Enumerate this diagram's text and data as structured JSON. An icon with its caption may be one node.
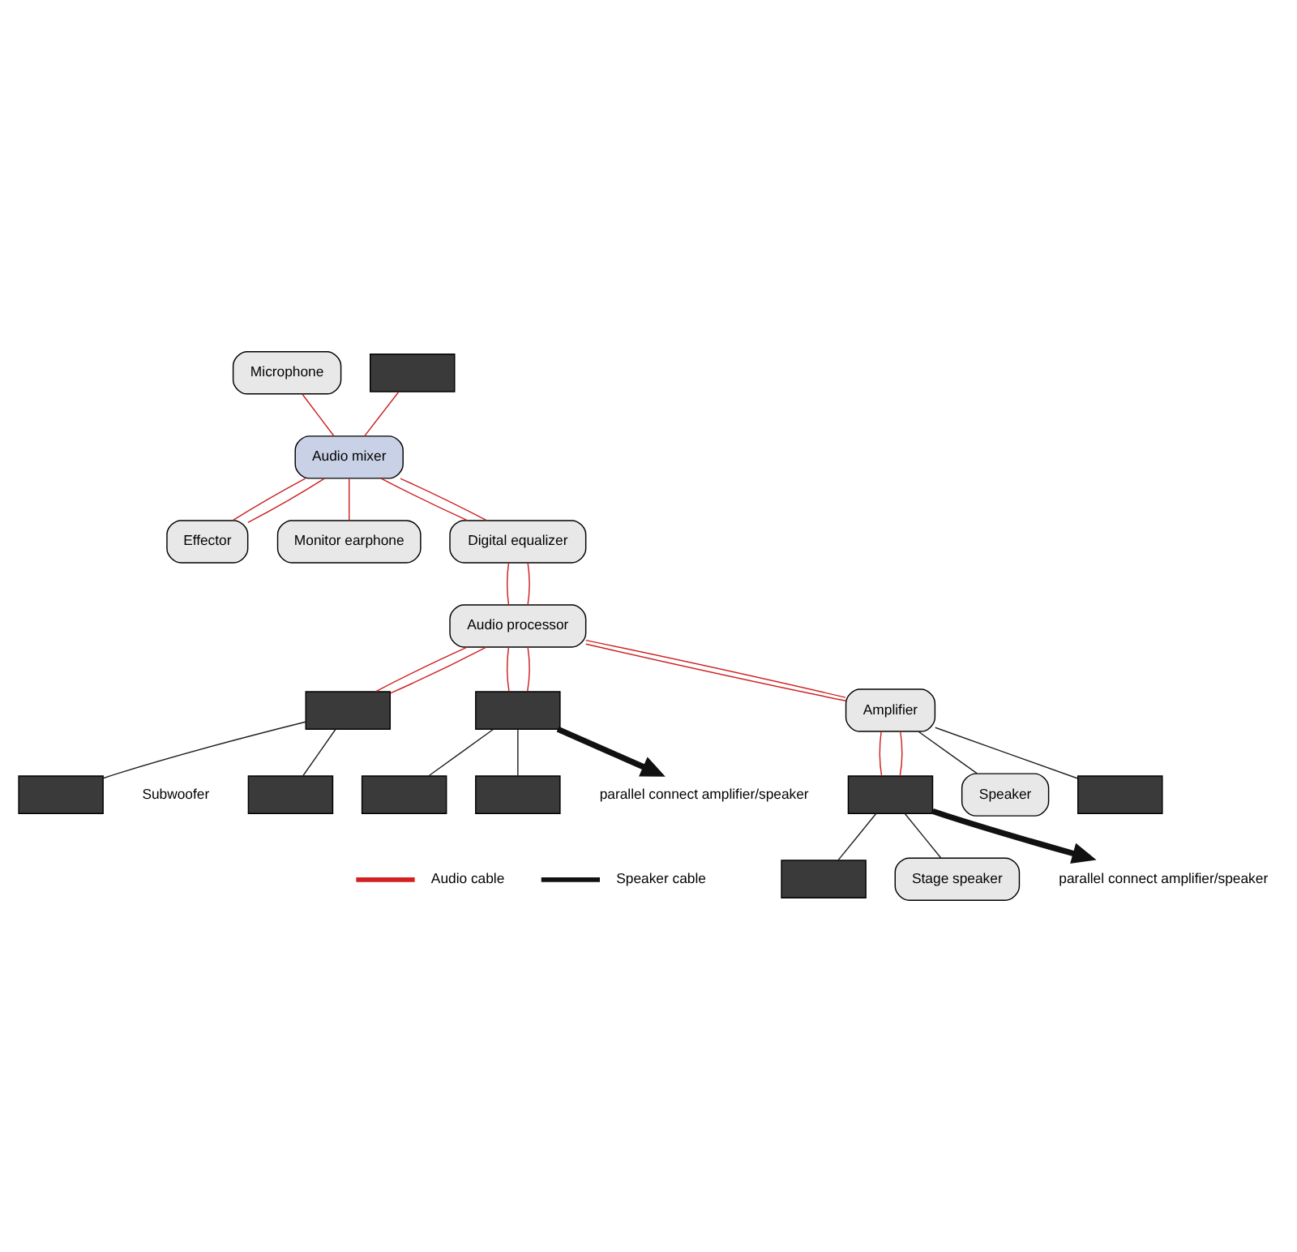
{
  "diagram": {
    "nodes": [
      {
        "text": [
          "Microphone"
        ]
      },
      {
        "text": [],
        "shape": "box"
      },
      {
        "text": [
          "Audio mixer"
        ]
      },
      {
        "text": [
          "Effector"
        ]
      },
      {
        "text": [
          "Monitor earphone"
        ]
      },
      {
        "text": [
          "Audio processor"
        ]
      },
      {
        "text": [
          "Digital equalizer"
        ]
      },
      {
        "text": [],
        "shape": "box"
      },
      {
        "text": [],
        "shape": "box"
      },
      {
        "text": [],
        "shape": "box"
      },
      {
        "text": [],
        "shape": "box"
      },
      {
        "text": [],
        "shape": "box"
      },
      {
        "text": [],
        "shape": "box"
      },
      {
        "text": [
          "Amplifier"
        ]
      },
      {
        "text": [],
        "shape": "box"
      },
      {
        "text": [
          "Speaker"
        ]
      },
      {
        "text": [],
        "shape": "box"
      },
      {
        "text": [],
        "shape": "box"
      },
      {
        "text": [
          "Stage speaker"
        ]
      },
      {
        "text": [
          "parallel connect amplifier/speaker"
        ]
      },
      {
        "text": [
          "parallel connect amplifier/speaker"
        ]
      }
    ],
    "edges": [
      {
        "from": 0,
        "to": 2,
        "arrow": "none"
      },
      {
        "from": 1,
        "to": 2,
        "arrow": "none"
      },
      {
        "from": 2,
        "to": 3,
        "arrow": "none"
      },
      {
        "from": 2,
        "to": 3,
        "arrow": "none"
      },
      {
        "from": 2,
        "to": 4,
        "arrow": "none"
      },
      {
        "from": 2,
        "to": 6,
        "arrow": "none"
      },
      {
        "from": 2,
        "to": 6,
        "arrow": "none"
      },
      {
        "from": 6,
        "to": 5,
        "arrow": "none"
      },
      {
        "from": 6,
        "to": 5,
        "arrow": "none"
      },
      {
        "from": 5,
        "to": 7,
        "arrow": "none"
      },
      {
        "from": 5,
        "to": 7,
        "arrow": "none"
      },
      {
        "from": 5,
        "to": 10,
        "arrow": "none"
      },
      {
        "from": 5,
        "to": 10,
        "arrow": "none"
      },
      {
        "from": 5,
        "to": 13,
        "arrow": "none"
      },
      {
        "from": 5,
        "to": 13,
        "arrow": "none"
      },
      {
        "from": 13,
        "to": 14,
        "arrow": "none"
      },
      {
        "from": 13,
        "to": 14,
        "arrow": "none"
      },
      {
        "from": 7,
        "to": 8,
        "arrow": "none",
        "color": "#222222"
      },
      {
        "from": 7,
        "to": 9,
        "arrow": "none",
        "color": "#222222"
      },
      {
        "from": 10,
        "to": 11,
        "arrow": "none",
        "color": "#222222"
      },
      {
        "from": 10,
        "to": 12,
        "arrow": "none",
        "color": "#222222"
      },
      {
        "from": 13,
        "to": 15,
        "arrow": "none",
        "color": "#222222"
      },
      {
        "from": 13,
        "to": 16,
        "arrow": "none",
        "color": "#222222"
      },
      {
        "from": 14,
        "to": 17,
        "arrow": "none",
        "color": "#222222"
      },
      {
        "from": 14,
        "to": 18,
        "arrow": "none",
        "color": "#222222"
      },
      {
        "from": 10,
        "to": 19,
        "arrow": "to",
        "style": "thick",
        "color": "#111111"
      },
      {
        "from": 14,
        "to": 20,
        "arrow": "to",
        "style": "thick",
        "color": "#111111"
      }
    ],
    "labels": [
      "Subwoofer"
    ],
    "legend": [
      {
        "text": "Audio cable",
        "color": "#d42020"
      },
      {
        "text": "Speaker cable",
        "color": "#111111"
      }
    ]
  }
}
